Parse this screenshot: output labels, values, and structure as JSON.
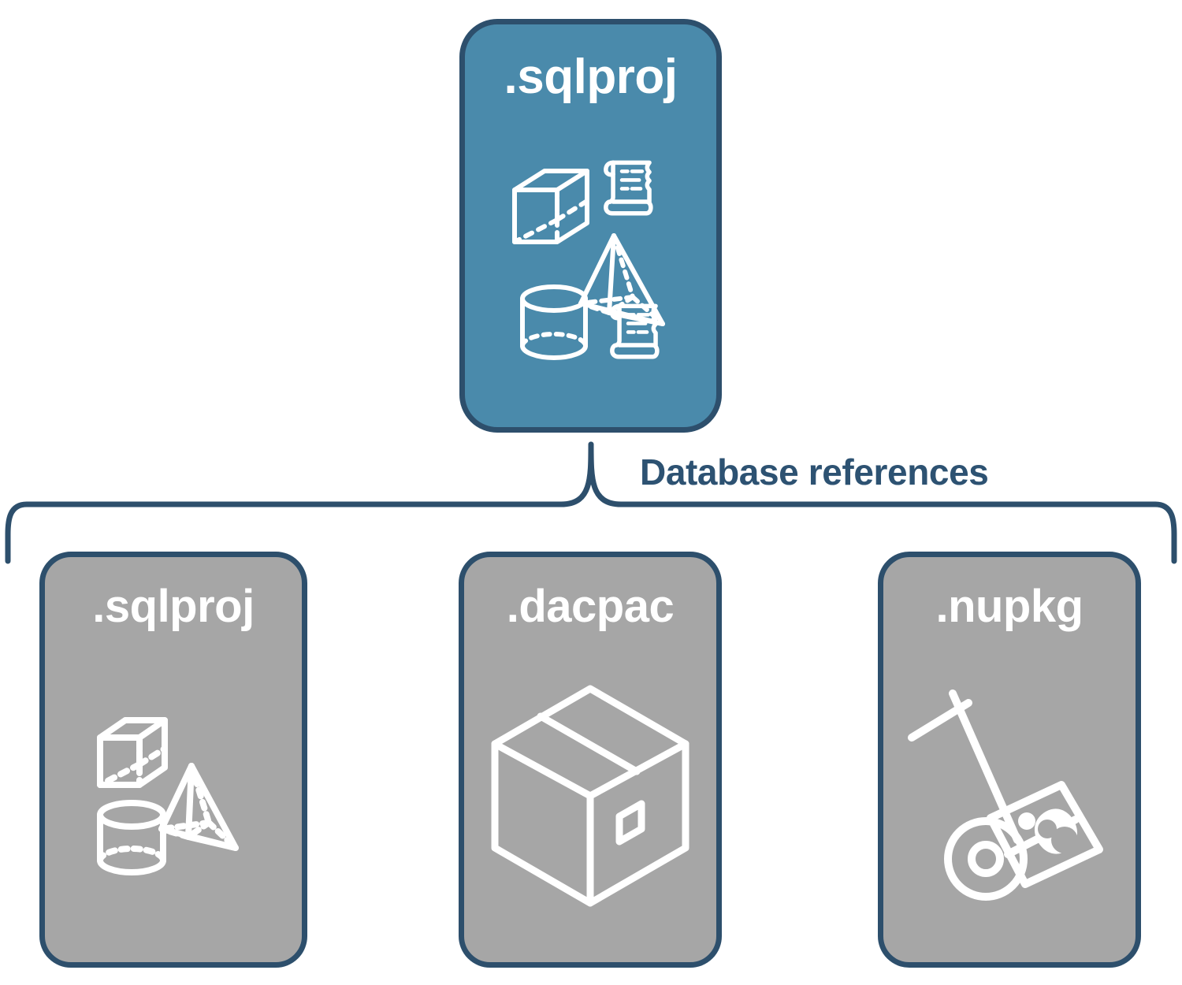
{
  "diagram": {
    "title": "Database references diagram",
    "connector_label": "Database references",
    "colors": {
      "root_fill": "#4a8aab",
      "child_fill": "#a6a6a6",
      "stroke": "#2d4f6c",
      "label_text": "#2d5272",
      "icon": "#ffffff",
      "background": "#ffffff"
    },
    "root": {
      "label": ".sqlproj",
      "icons": [
        "cube-icon",
        "scroll-icon",
        "pyramid-icon",
        "cylinder-icon",
        "scroll-icon"
      ]
    },
    "children": [
      {
        "label": ".sqlproj",
        "icons": [
          "cube-icon",
          "pyramid-icon",
          "cylinder-icon"
        ]
      },
      {
        "label": ".dacpac",
        "icons": [
          "package-box-icon"
        ]
      },
      {
        "label": ".nupkg",
        "icons": [
          "hand-truck-icon",
          "nuget-package-icon"
        ]
      }
    ]
  }
}
